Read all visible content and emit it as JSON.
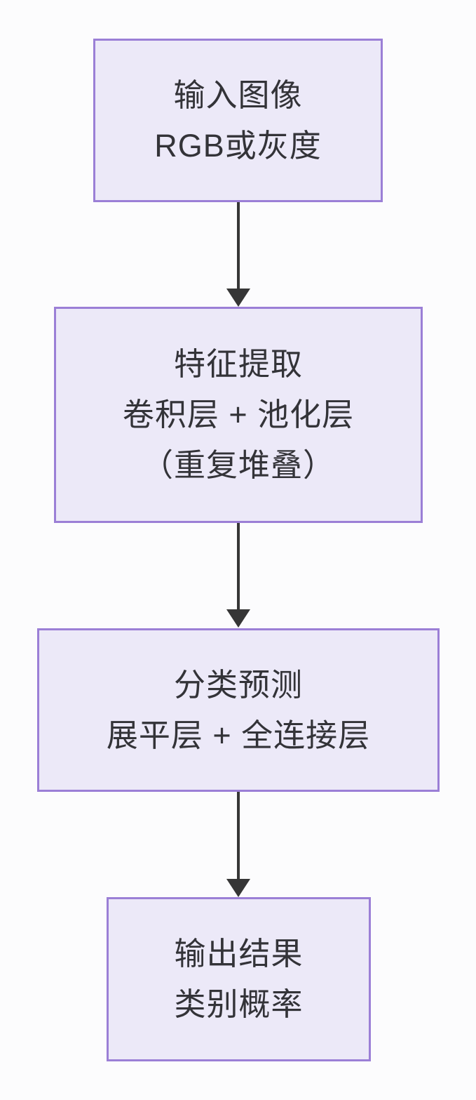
{
  "diagram": {
    "title_hint": "CNN image classification pipeline flowchart",
    "colors": {
      "node_fill": "#ece9f8",
      "node_border": "#9b7fd6",
      "arrow": "#363636",
      "text": "#333338",
      "background": "#fcfcfd"
    },
    "nodes": [
      {
        "id": "input",
        "lines": {
          "0": "输入图像",
          "1": "RGB或灰度"
        }
      },
      {
        "id": "feature",
        "lines": {
          "0": "特征提取",
          "1": "卷积层 + 池化层",
          "2": "（重复堆叠）"
        }
      },
      {
        "id": "classify",
        "lines": {
          "0": "分类预测",
          "1": "展平层 + 全连接层"
        }
      },
      {
        "id": "output",
        "lines": {
          "0": "输出结果",
          "1": "类别概率"
        }
      }
    ],
    "edges": [
      {
        "from": "input",
        "to": "feature"
      },
      {
        "from": "feature",
        "to": "classify"
      },
      {
        "from": "classify",
        "to": "output"
      }
    ]
  }
}
